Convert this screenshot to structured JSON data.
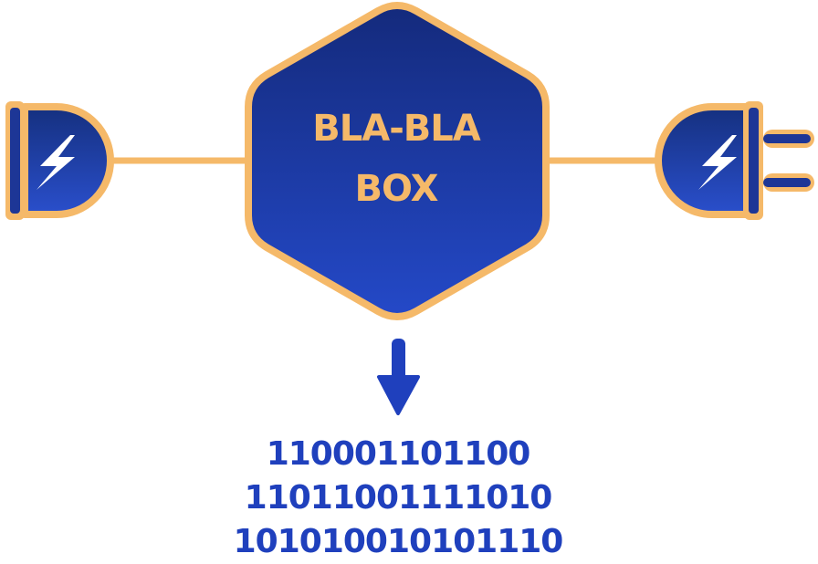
{
  "box": {
    "line1": "BLA-BLA",
    "line2": "BOX"
  },
  "output": {
    "lines": [
      "110001101100",
      "11011001111010",
      "101010010101110"
    ]
  },
  "colors": {
    "outline": "#f5b969",
    "fill_top": "#142a7c",
    "fill_bottom": "#2449c8",
    "output_text": "#1f40bd",
    "arrow": "#1f40bd"
  },
  "icons": [
    "socket-icon",
    "lightning-icon",
    "plug-icon",
    "arrow-down-icon"
  ]
}
